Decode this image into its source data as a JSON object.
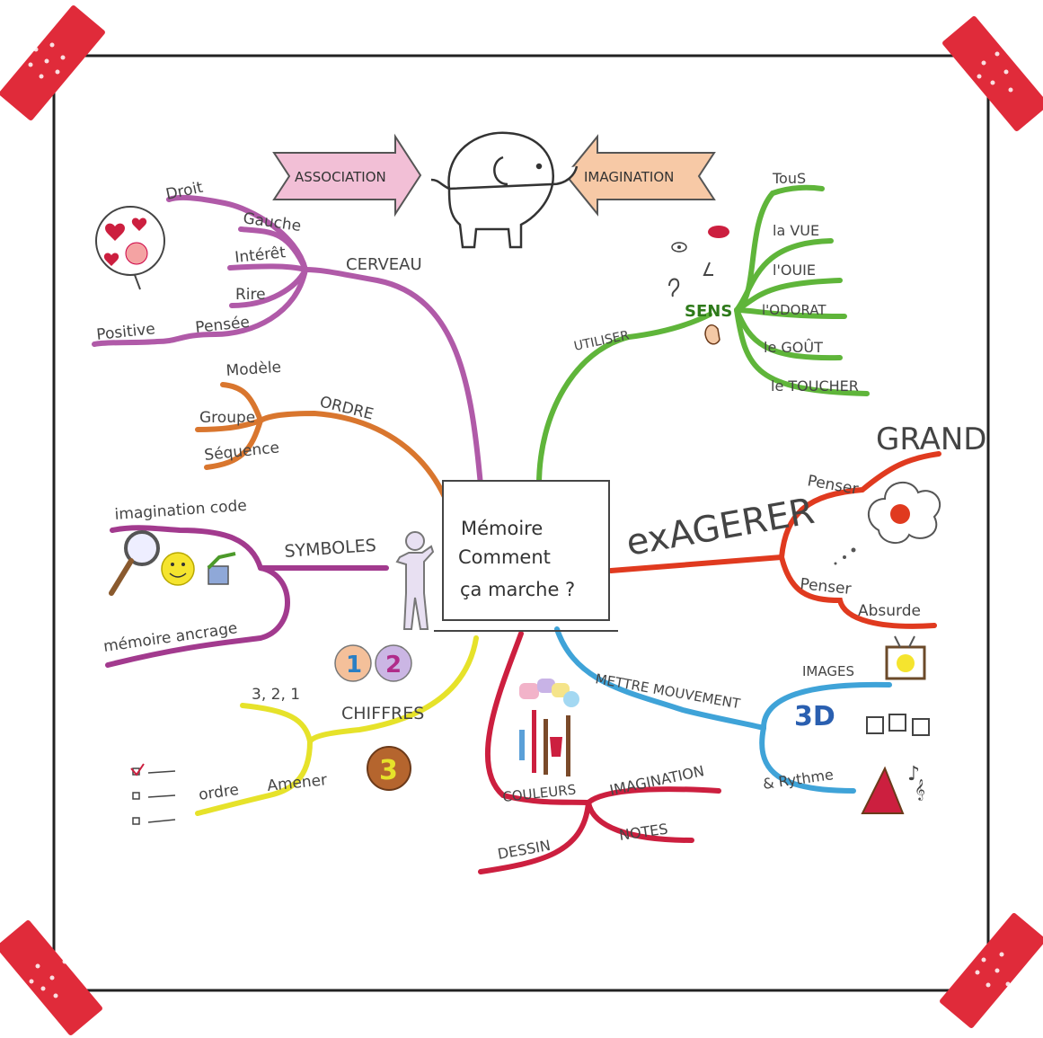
{
  "center": {
    "line1": "Mémoire",
    "line2": "Comment",
    "line3": "ça marche ?"
  },
  "top": {
    "association": "ASSOCIATION",
    "imagination": "IMAGINATION"
  },
  "cerveau": {
    "label": "CERVEAU",
    "droit": "Droit",
    "gauche": "Gauche",
    "interet": "Intérêt",
    "rire": "Rire",
    "positive": "Positive",
    "pensee": "Pensée"
  },
  "ordre": {
    "label": "ORDRE",
    "modele": "Modèle",
    "groupe": "Groupe",
    "sequence": "Séquence"
  },
  "symboles": {
    "label": "SYMBOLES",
    "imagination_code": "imagination code",
    "memoire_ancrage": "mémoire ancrage"
  },
  "chiffres": {
    "label": "CHIFFRES",
    "count": "3, 2, 1",
    "ordre": "ordre",
    "amener": "Amener",
    "n1": "1",
    "n2": "2",
    "n3": "3"
  },
  "couleurs": {
    "label": "COULEURS",
    "imagination": "IMAGINATION",
    "notes": "NOTES",
    "dessin": "DESSIN"
  },
  "mouvement": {
    "label": "METTRE MOUVEMENT",
    "images": "IMAGES",
    "three_d": "3D",
    "rythme": "& Rythme"
  },
  "exagerer": {
    "label": "exAGERER",
    "penser1": "Penser",
    "grand": "GRAND",
    "penser2": "Penser",
    "absurde": "Absurde"
  },
  "sens": {
    "utiliser": "UTILISER",
    "label": "SENS",
    "tous": "TouS",
    "vue": "la VUE",
    "ouie": "l'OUIE",
    "odorat": "l'ODORAT",
    "gout": "le GOÛT",
    "toucher": "le TOUCHER"
  },
  "colors": {
    "purple": "#b05aa8",
    "orange": "#d9762e",
    "yellow": "#e6e22a",
    "red": "#cc1f3f",
    "blue": "#3fa3d8",
    "redorange": "#e03a1f",
    "green": "#5fb53a",
    "tape": "#e02b3a",
    "pink_banner": "#f2bfd6",
    "peach_banner": "#f7c9a6"
  },
  "icons": [
    "elephant-icon",
    "hearts-icon",
    "magnifier-icon",
    "smiley-icon",
    "checkbox-icon",
    "stick-figure-icon",
    "paint-brushes-icon",
    "cloud-icon",
    "dice-icon",
    "music-icon",
    "tv-icon",
    "lips-icon",
    "eye-icon",
    "ear-icon",
    "hand-icon",
    "nose-icon"
  ]
}
